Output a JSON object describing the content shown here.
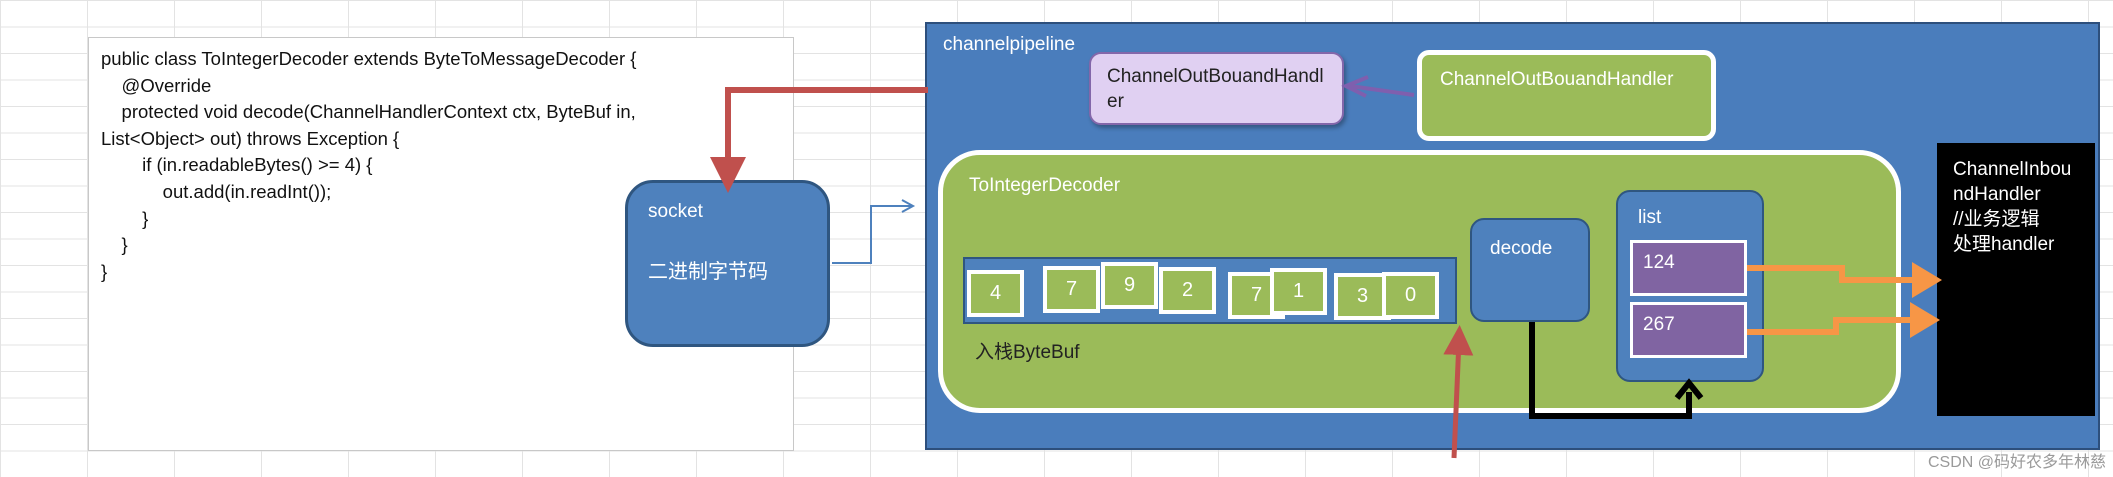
{
  "code": {
    "lines": [
      "public class ToIntegerDecoder extends ByteToMessageDecoder {",
      "    @Override",
      "    protected void decode(ChannelHandlerContext ctx, ByteBuf in,",
      "List<Object> out) throws Exception {",
      "        if (in.readableBytes() >= 4) {",
      "            out.add(in.readInt());",
      "        }",
      "    }",
      "}"
    ]
  },
  "socket": {
    "title": "socket",
    "subtitle": "二进制字节码"
  },
  "pipeline": {
    "title": "channelpipeline",
    "outbound_handler_1": "ChannelOutBouandHandler",
    "outbound_handler_2": "ChannelOutBouandHandler",
    "decoder": {
      "title": "ToIntegerDecoder",
      "bytebuf_label": "入栈ByteBuf",
      "bytes": [
        "4",
        "7",
        "9",
        "2",
        "7",
        "1",
        "3",
        "0"
      ],
      "decode_label": "decode",
      "list": {
        "title": "list",
        "items": [
          "124",
          "267"
        ]
      }
    },
    "inbound_handler": {
      "name": "ChannelInboundHandler",
      "line1": "//业务逻辑",
      "line2": "处理handler"
    }
  },
  "watermark": "CSDN @码好农多年林慈",
  "colors": {
    "pipeline_blue": "#4a7dbc",
    "box_blue": "#4e81bd",
    "green": "#9bbb59",
    "purple": "#8064a2",
    "lavender": "#e0d0f2",
    "red_arrow": "#c0504d",
    "orange_arrow": "#f79646",
    "black_box": "#000000"
  }
}
